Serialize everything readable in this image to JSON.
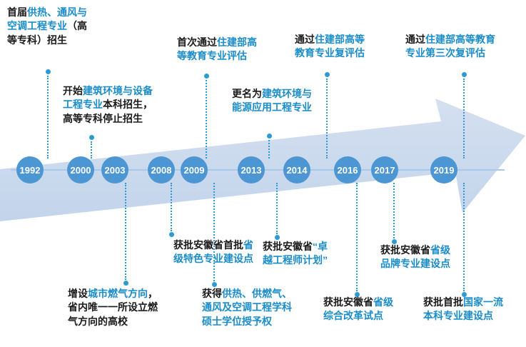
{
  "palette": {
    "arrow_fill_light": "#d5e0f0",
    "arrow_fill_dark": "#c2d4eb",
    "circle_fill": "#4b96d3",
    "connector_blue": "#2d9bd3",
    "highlight_text_blue": "#1a8cc9",
    "body_text_black": "#1a1a1a",
    "baseline_blue": "#a9c9e8"
  },
  "timeline": {
    "years": [
      "1992",
      "2000",
      "2003",
      "2008",
      "2009",
      "2013",
      "2014",
      "2016",
      "2017",
      "2019"
    ]
  },
  "notes": {
    "y1992_top": {
      "segments": [
        {
          "text": "首届",
          "style": "black"
        },
        {
          "text": "供热、通风与空调工程专业",
          "style": "blue"
        },
        {
          "text": "（高等专科）招生",
          "style": "black"
        }
      ]
    },
    "y2000_top": {
      "segments": [
        {
          "text": "开始",
          "style": "black"
        },
        {
          "text": "建筑环境与设备工程专业",
          "style": "blue"
        },
        {
          "text": "本科招生，高等专科停止招生",
          "style": "black"
        }
      ]
    },
    "y2009_top": {
      "segments": [
        {
          "text": "首次通过",
          "style": "black"
        },
        {
          "text": "住建部高等教育专业评估",
          "style": "blue"
        }
      ]
    },
    "y2013_top": {
      "segments": [
        {
          "text": "更名为",
          "style": "black"
        },
        {
          "text": "建筑环境与能源应用工程专业",
          "style": "blue"
        }
      ]
    },
    "y2014_top": {
      "segments": [
        {
          "text": "通过",
          "style": "black"
        },
        {
          "text": "住建部高等教育专业复评估",
          "style": "blue"
        }
      ]
    },
    "y2019_top": {
      "segments": [
        {
          "text": "通过",
          "style": "black"
        },
        {
          "text": "住建部高等教育专业第三次复评估",
          "style": "blue"
        }
      ]
    },
    "y2003_bottom": {
      "segments": [
        {
          "text": "增设",
          "style": "black"
        },
        {
          "text": "城市燃气方向",
          "style": "blue"
        },
        {
          "text": "，省内唯一一所设立燃气方向的高校",
          "style": "black"
        }
      ]
    },
    "y2008_bottom": {
      "segments": [
        {
          "text": "获批安徽省首批",
          "style": "black"
        },
        {
          "text": "省级特色专业建设点",
          "style": "blue"
        }
      ]
    },
    "y2009_bottom": {
      "segments": [
        {
          "text": "获得",
          "style": "black"
        },
        {
          "text": "供热、供燃气、通风及空调工程学科硕士学位授予权",
          "style": "blue"
        }
      ]
    },
    "y2013_bottom": {
      "segments": [
        {
          "text": "获批安徽省",
          "style": "black"
        },
        {
          "text": "“卓越工程师计划”",
          "style": "blue"
        }
      ]
    },
    "y2016_bottom": {
      "segments": [
        {
          "text": "获批安徽省",
          "style": "black"
        },
        {
          "text": "省级综合改革试点",
          "style": "blue"
        }
      ]
    },
    "y2017_bottom": {
      "segments": [
        {
          "text": "获批安徽省",
          "style": "black"
        },
        {
          "text": "省级品牌专业建设点",
          "style": "blue"
        }
      ]
    },
    "y2019_bottom": {
      "segments": [
        {
          "text": "获批首批",
          "style": "black"
        },
        {
          "text": "国家一流本科专业建设点",
          "style": "blue"
        }
      ]
    }
  }
}
